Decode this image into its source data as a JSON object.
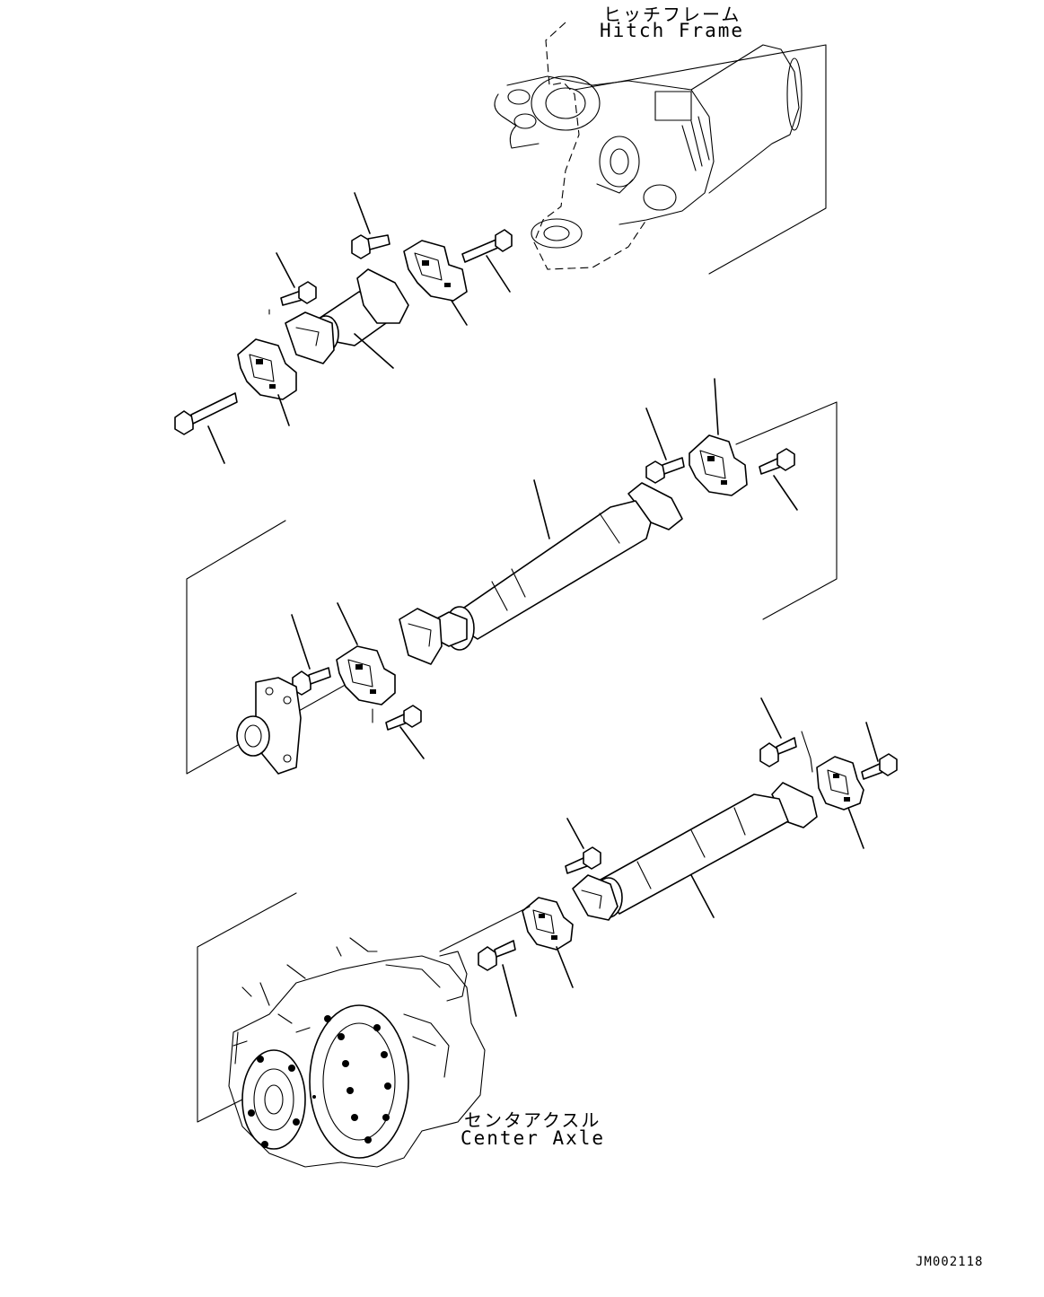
{
  "labels": {
    "hitch_frame_jp": "ヒッチフレーム",
    "hitch_frame_en": "Hitch Frame",
    "center_axle_jp": "センタアクスル",
    "center_axle_en": "Center Axle",
    "drawing_code": "JM002118"
  }
}
